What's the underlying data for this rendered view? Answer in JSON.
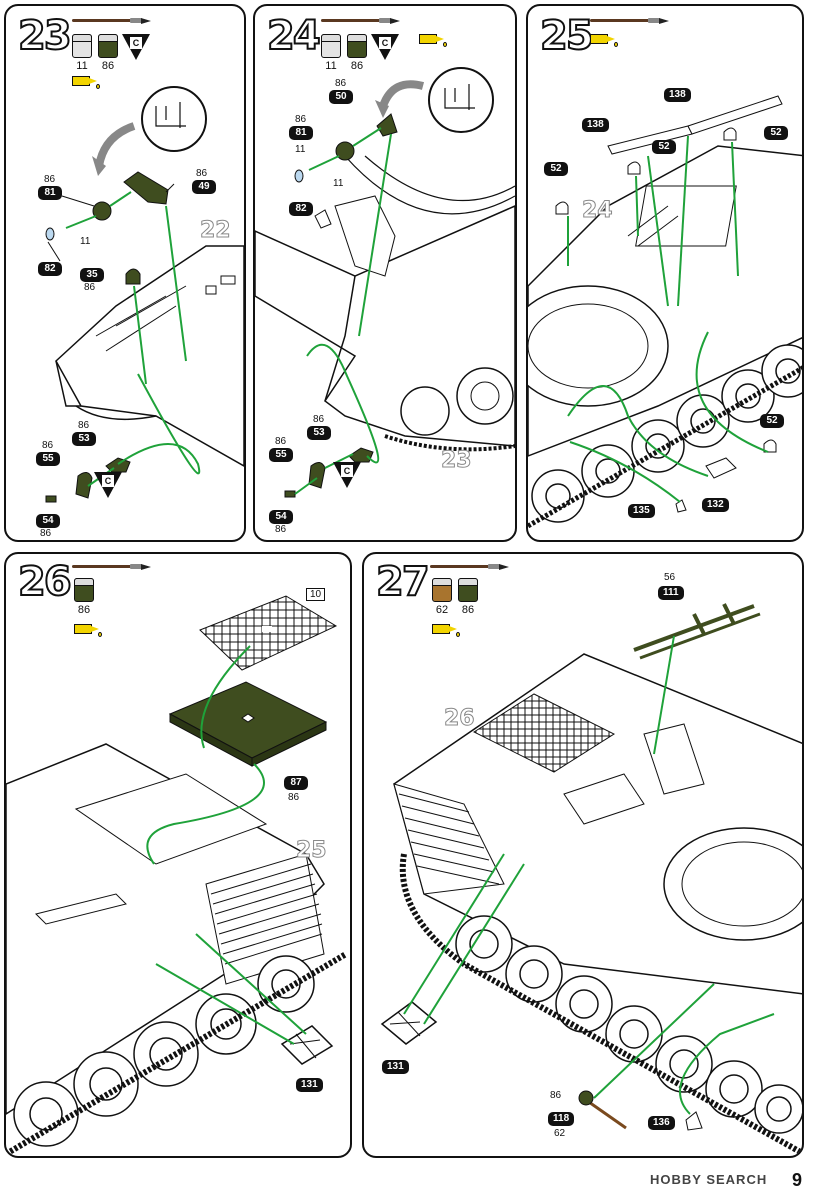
{
  "steps": {
    "s23": {
      "number": "23",
      "paints": [
        "11",
        "86"
      ],
      "cement": "C",
      "parts": {
        "p81": "81",
        "p82": "82",
        "p49": "49",
        "p35": "35",
        "p53": "53",
        "p55": "55",
        "p54": "54"
      },
      "paint_refs": {
        "a": "86",
        "b": "86",
        "c": "11",
        "d": "86",
        "e": "86",
        "f": "86",
        "g": "86"
      },
      "ref_step": "22"
    },
    "s24": {
      "number": "24",
      "paints": [
        "11",
        "86"
      ],
      "cement": "C",
      "parts": {
        "p50": "50",
        "p81": "81",
        "p82": "82",
        "p53": "53",
        "p55": "55",
        "p54": "54"
      },
      "paint_refs": {
        "a": "86",
        "b": "86",
        "c": "11",
        "d": "86",
        "e": "86",
        "f": "86"
      },
      "ref_step": "23"
    },
    "s25": {
      "number": "25",
      "parts": {
        "p138a": "138",
        "p138b": "138",
        "p52a": "52",
        "p52b": "52",
        "p52c": "52",
        "p52d": "52",
        "p135": "135",
        "p132": "132"
      },
      "ref_step": "24"
    },
    "s26": {
      "number": "26",
      "paints": [
        "86"
      ],
      "parts": {
        "p87": "87",
        "p131": "131"
      },
      "paint_refs": {
        "a": "86"
      },
      "box": "10",
      "ref_step": "25"
    },
    "s27": {
      "number": "27",
      "paints": [
        "62",
        "86"
      ],
      "parts": {
        "p111": "111",
        "p131": "131",
        "p118": "118",
        "p136": "136"
      },
      "paint_refs": {
        "a": "56",
        "b": "86",
        "c": "62"
      },
      "ref_step": "26"
    }
  },
  "colors": {
    "olive": "#3f4d1f",
    "lead": "#1fa23a",
    "glue": "#f2d400",
    "tan": "#a8742e"
  },
  "footer": {
    "brand": "HOBBY SEARCH",
    "page": "9"
  }
}
